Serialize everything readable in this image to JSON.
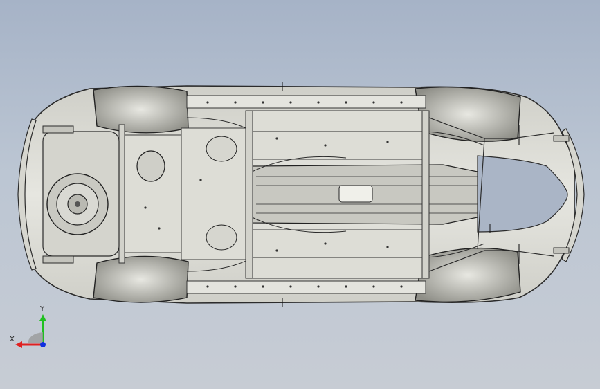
{
  "axes": {
    "x_label": "X",
    "y_label": "Y",
    "x_color": "#e02020",
    "y_color": "#20c020",
    "z_color": "#1030e0"
  },
  "viewport": {
    "background_top": "#a6b3c7",
    "background_bottom": "#c7ccd4"
  },
  "model": {
    "icon": "car-body-underbody-cad-model",
    "body_color": "#dcdcd6",
    "edge_color": "#2b2b2b"
  }
}
